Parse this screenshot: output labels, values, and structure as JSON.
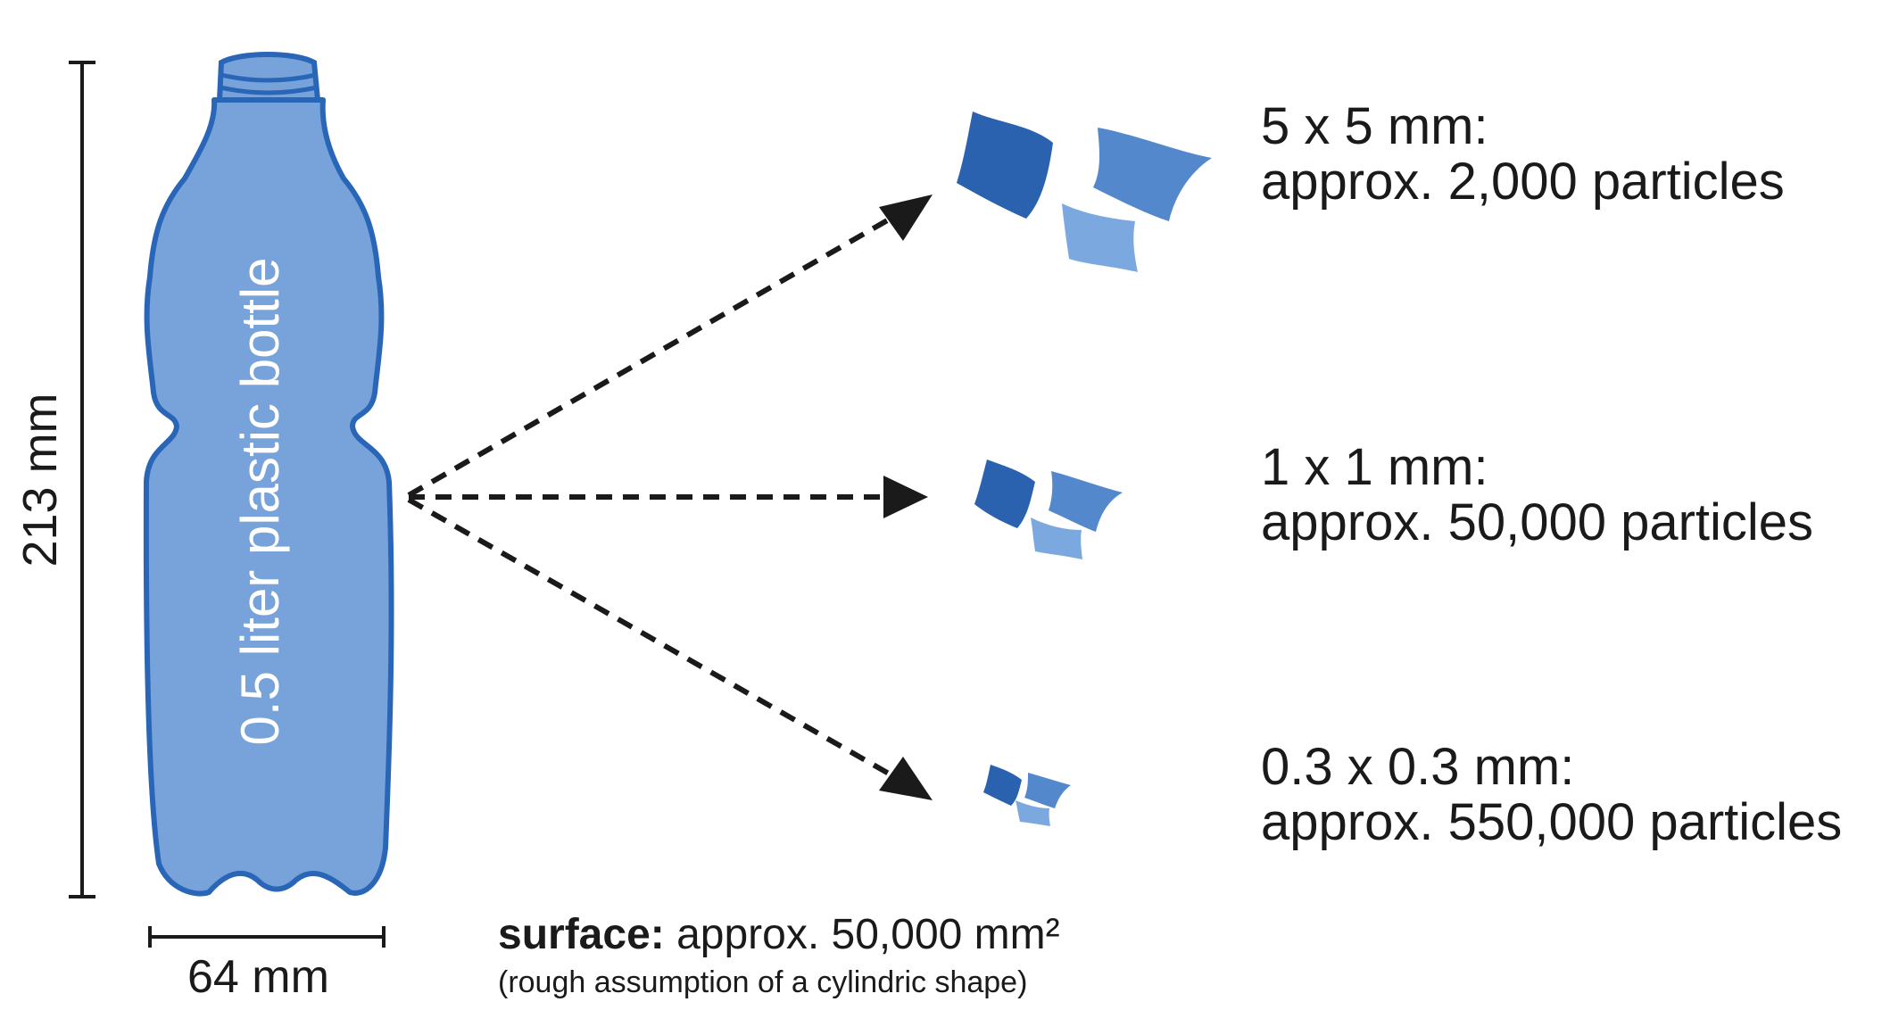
{
  "colors": {
    "bottle_fill": "#77a3da",
    "bottle_stroke": "#2a66b8",
    "particle_dark": "#2a62b0",
    "particle_mid": "#5488cc",
    "particle_light": "#7ba8df",
    "arrow": "#1a1a1a"
  },
  "bottle": {
    "label": "0.5 liter plastic bottle",
    "height_label": "213 mm",
    "width_label": "64 mm"
  },
  "fragments": [
    {
      "size_label": "5 x 5 mm:",
      "count_label": "approx. 2,000 particles"
    },
    {
      "size_label": "1 x 1 mm:",
      "count_label": "approx. 50,000 particles"
    },
    {
      "size_label": "0.3 x 0.3 mm:",
      "count_label": "approx. 550,000 particles"
    }
  ],
  "surface": {
    "bold_label": "surface:",
    "value": "approx. 50,000 mm²",
    "note": "(rough assumption of a cylindric shape)"
  },
  "icons": [
    "bottle-icon",
    "particle-icon",
    "dashed-arrow-icon",
    "dimension-bar-icon"
  ]
}
